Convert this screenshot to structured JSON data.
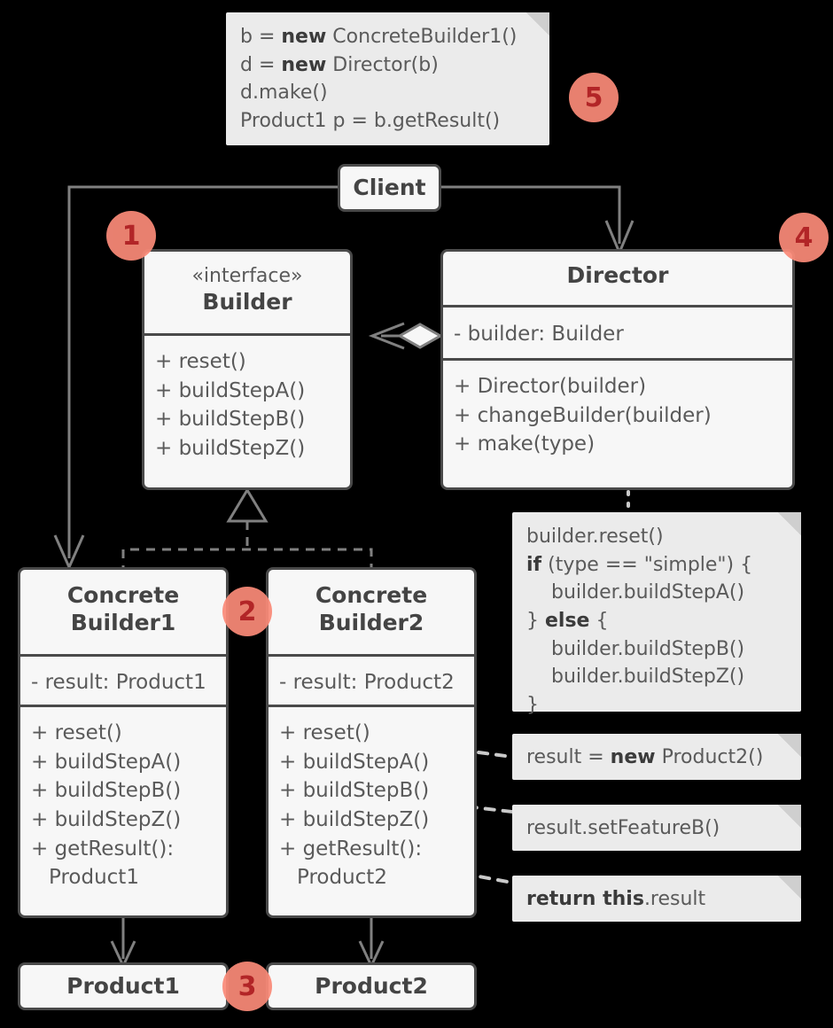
{
  "diagram": {
    "title": "Builder design pattern UML class diagram",
    "colors": {
      "background": "#000000",
      "box_fill": "#f7f7f7",
      "box_border": "#4a4a4a",
      "note_fill": "#ebebeb",
      "badge_fill": "#fa8a78",
      "badge_text": "#c0282a",
      "wire": "#808080",
      "text": "#5a5a5a"
    }
  },
  "client": {
    "title": "Client"
  },
  "builder": {
    "stereotype": "«interface»",
    "title": "Builder",
    "methods": [
      "+ reset()",
      "+ buildStepA()",
      "+ buildStepB()",
      "+ buildStepZ()"
    ]
  },
  "director": {
    "title": "Director",
    "fields": [
      "- builder: Builder"
    ],
    "methods": [
      "+ Director(builder)",
      "+ changeBuilder(builder)",
      "+ make(type)"
    ]
  },
  "concrete_builder_1": {
    "title_line1": "Concrete",
    "title_line2": "Builder1",
    "fields": [
      "- result: Product1"
    ],
    "methods": [
      "+ reset()",
      "+ buildStepA()",
      "+ buildStepB()",
      "+ buildStepZ()",
      "+ getResult():"
    ],
    "method_last_continuation": "Product1"
  },
  "concrete_builder_2": {
    "title_line1": "Concrete",
    "title_line2": "Builder2",
    "fields": [
      "- result: Product2"
    ],
    "methods": [
      "+ reset()",
      "+ buildStepA()",
      "+ buildStepB()",
      "+ buildStepZ()",
      "+ getResult():"
    ],
    "method_last_continuation": "Product2"
  },
  "product1": {
    "title": "Product1"
  },
  "product2": {
    "title": "Product2"
  },
  "notes": {
    "client_code": {
      "lines": [
        {
          "pre": "b = ",
          "bold": "new",
          "post": " ConcreteBuilder1()"
        },
        {
          "pre": "d = ",
          "bold": "new",
          "post": " Director(b)"
        },
        {
          "pre": "d.make()",
          "bold": "",
          "post": ""
        },
        {
          "pre": "Product1 p = b.getResult()",
          "bold": "",
          "post": ""
        }
      ]
    },
    "make_body": {
      "lines": [
        {
          "indent": false,
          "pre": "builder.reset()",
          "bold": "",
          "post": ""
        },
        {
          "indent": false,
          "pre": "",
          "bold": "if",
          "post": " (type == \"simple\") {"
        },
        {
          "indent": true,
          "pre": "builder.buildStepA()",
          "bold": "",
          "post": ""
        },
        {
          "indent": false,
          "pre": "} ",
          "bold": "else",
          "post": " {"
        },
        {
          "indent": true,
          "pre": "builder.buildStepB()",
          "bold": "",
          "post": ""
        },
        {
          "indent": true,
          "pre": "builder.buildStepZ()",
          "bold": "",
          "post": ""
        },
        {
          "indent": false,
          "pre": "}",
          "bold": "",
          "post": ""
        }
      ]
    },
    "reset_body": {
      "pre": "result = ",
      "bold": "new",
      "post": " Product2()"
    },
    "build_step_b_body": {
      "pre": "result.setFeatureB()",
      "bold": "",
      "post": ""
    },
    "get_result_body": {
      "pre": "",
      "bold": "return this",
      "post": ".result"
    }
  },
  "badges": [
    {
      "number": "1"
    },
    {
      "number": "2"
    },
    {
      "number": "3"
    },
    {
      "number": "4"
    },
    {
      "number": "5"
    }
  ]
}
